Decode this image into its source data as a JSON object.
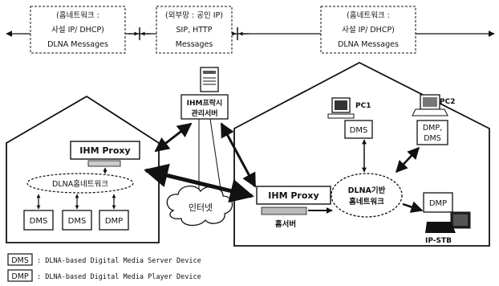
{
  "top_labels": {
    "left": {
      "line1": "(홈네트워크 :",
      "line2": "사설 IP/ DHCP)",
      "line3": "DLNA Messages"
    },
    "middle": {
      "line1": "(외부망 : 공인 IP)",
      "line2": "SIP, HTTP",
      "line3": "Messages"
    },
    "right": {
      "line1": "(홈네트워크 :",
      "line2": "사설 IP/ DHCP)",
      "line3": "DLNA Messages"
    }
  },
  "proxy_server": {
    "line1": "IHM프락시",
    "line2": "관리서버"
  },
  "left_house": {
    "proxy": "IHM Proxy",
    "network": "DLNA홈네트워크",
    "devices": [
      "DMS",
      "DMS",
      "DMP"
    ]
  },
  "internet": "인터넷",
  "right_house": {
    "proxy": "IHM Proxy",
    "home_server": "홈서버",
    "network_line1": "DLNA기반",
    "network_line2": "홈네트워크",
    "pc1": "PC1",
    "pc1_device": "DMS",
    "pc2": "PC2",
    "pc2_device_line1": "DMP,",
    "pc2_device_line2": "DMS",
    "stb_device": "DMP",
    "stb": "IP-STB"
  },
  "legend": [
    {
      "code": "DMS",
      "text": ": DLNA-based Digital Media Server Device"
    },
    {
      "code": "DMP",
      "text": ": DLNA-based Digital Media Player Device"
    }
  ]
}
